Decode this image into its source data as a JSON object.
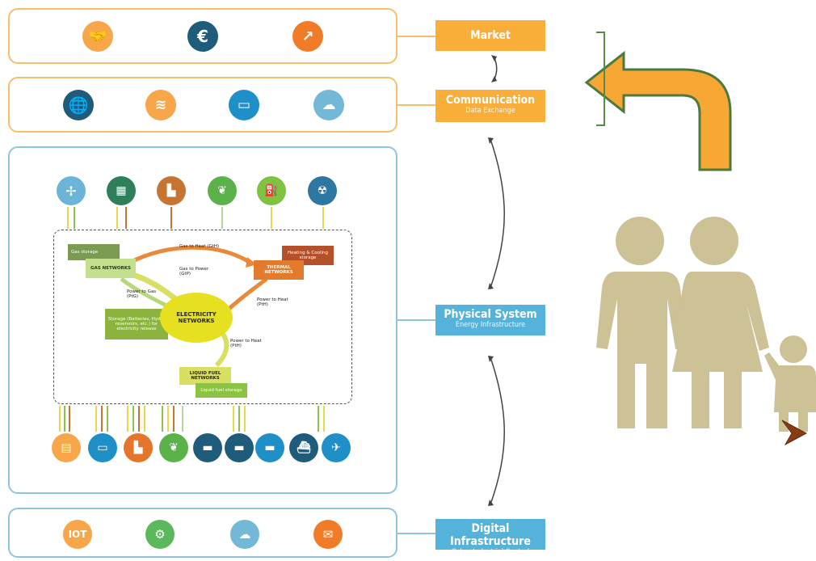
{
  "layers": {
    "market": {
      "title": "Market"
    },
    "communication": {
      "title": "Communication",
      "subtitle": "Data Exchange"
    },
    "physical": {
      "title": "Physical System",
      "subtitle": "Energy Infrastructure"
    },
    "digital": {
      "title": "Digital Infrastructure",
      "subtitle": "Cyber-Industrial Control"
    }
  },
  "digital_icons": {
    "iot": "IOT"
  },
  "network": {
    "gas_storage": "Gas storage",
    "gas_networks": "GAS NETWORKS",
    "heating_storage": "Heating & Cooling storage",
    "thermal_networks": "THERMAL NETWORKS",
    "electricity_networks": "ELECTRICITY NETWORKS",
    "electricity_storage": "Storage (Batteries, Hydro reservoirs, etc.) for electricity release",
    "liquid_fuel_networks": "LIQUID FUEL NETWORKS",
    "liquid_fuel_storage": "Liquid fuel storage",
    "gas_to_heat": "Gas to Heat (GtH)",
    "gas_to_power": "Gas to Power (GtP)",
    "power_to_gas": "Power to Gas (PtG)",
    "power_to_heat_1": "Power to Heat (PtH)",
    "power_to_heat_2": "Power to Heat (PtH)"
  },
  "colors": {
    "orange": "#f9ae3a",
    "blue": "#55b2da",
    "navy": "#1f5b7a",
    "green": "#5cb85c",
    "arrow_fill": "#f7a733",
    "arrow_stroke": "#4c7a3c",
    "people": "#cdc196"
  }
}
